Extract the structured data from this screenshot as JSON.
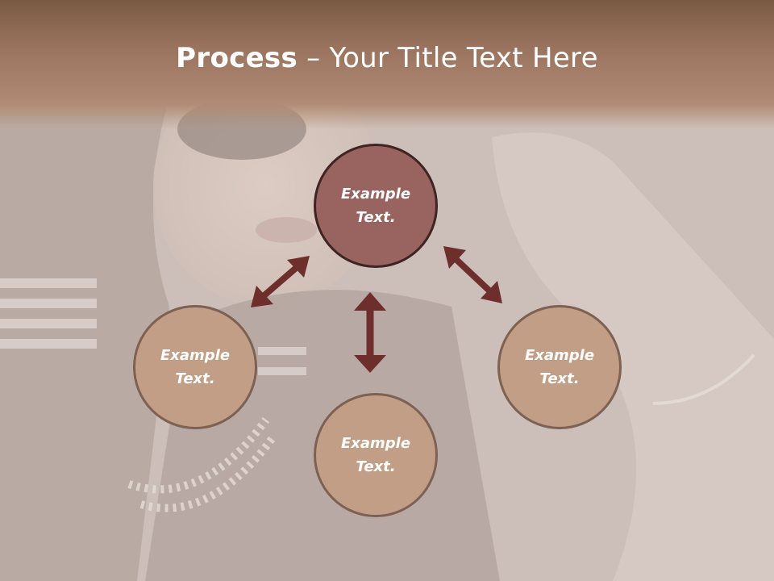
{
  "title": {
    "bold": "Process",
    "rest": " – Your Title Text Here"
  },
  "nodes": {
    "top": "Example\nText.",
    "left": "Example\nText.",
    "right": "Example\nText.",
    "bottom": "Example\nText."
  },
  "colors": {
    "title_band": "#9c7560",
    "node_top_fill": "#99635f",
    "node_top_border": "#3e2422",
    "node_side_fill": "#c39e86",
    "node_side_border": "#7d6152",
    "arrow": "#6e2e2c"
  }
}
